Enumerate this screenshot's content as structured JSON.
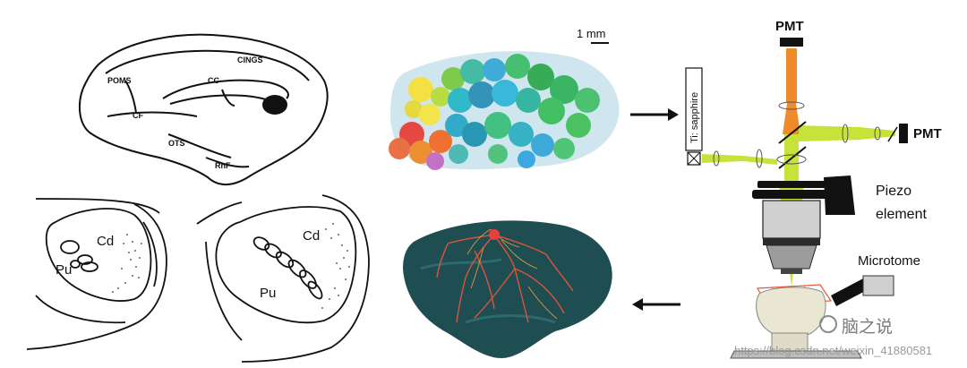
{
  "brain_labels": {
    "poms": "POMS",
    "cings": "CINGS",
    "cc": "CC",
    "cf": "CF",
    "ots": "OTS",
    "rhf": "RhF"
  },
  "section_labels": {
    "cd_left": "Cd",
    "pu_left": "Pu",
    "cd_right": "Cd",
    "pu_right": "Pu"
  },
  "scale_bar": "1 mm",
  "microscope": {
    "pmt_top": "PMT",
    "pmt_right": "PMT",
    "laser": "Ti: sapphire",
    "piezo_line1": "Piezo",
    "piezo_line2": "element",
    "microtome": "Microtome"
  },
  "watermark": "https://blog.csdn.net/weixin_41880581",
  "brand": "脑之说",
  "colors": {
    "beam": "#c7e33a",
    "beam_orange": "#f08a2a",
    "tissue_bg": "#a9d2e0",
    "brain_dark": "#1f4e52"
  }
}
